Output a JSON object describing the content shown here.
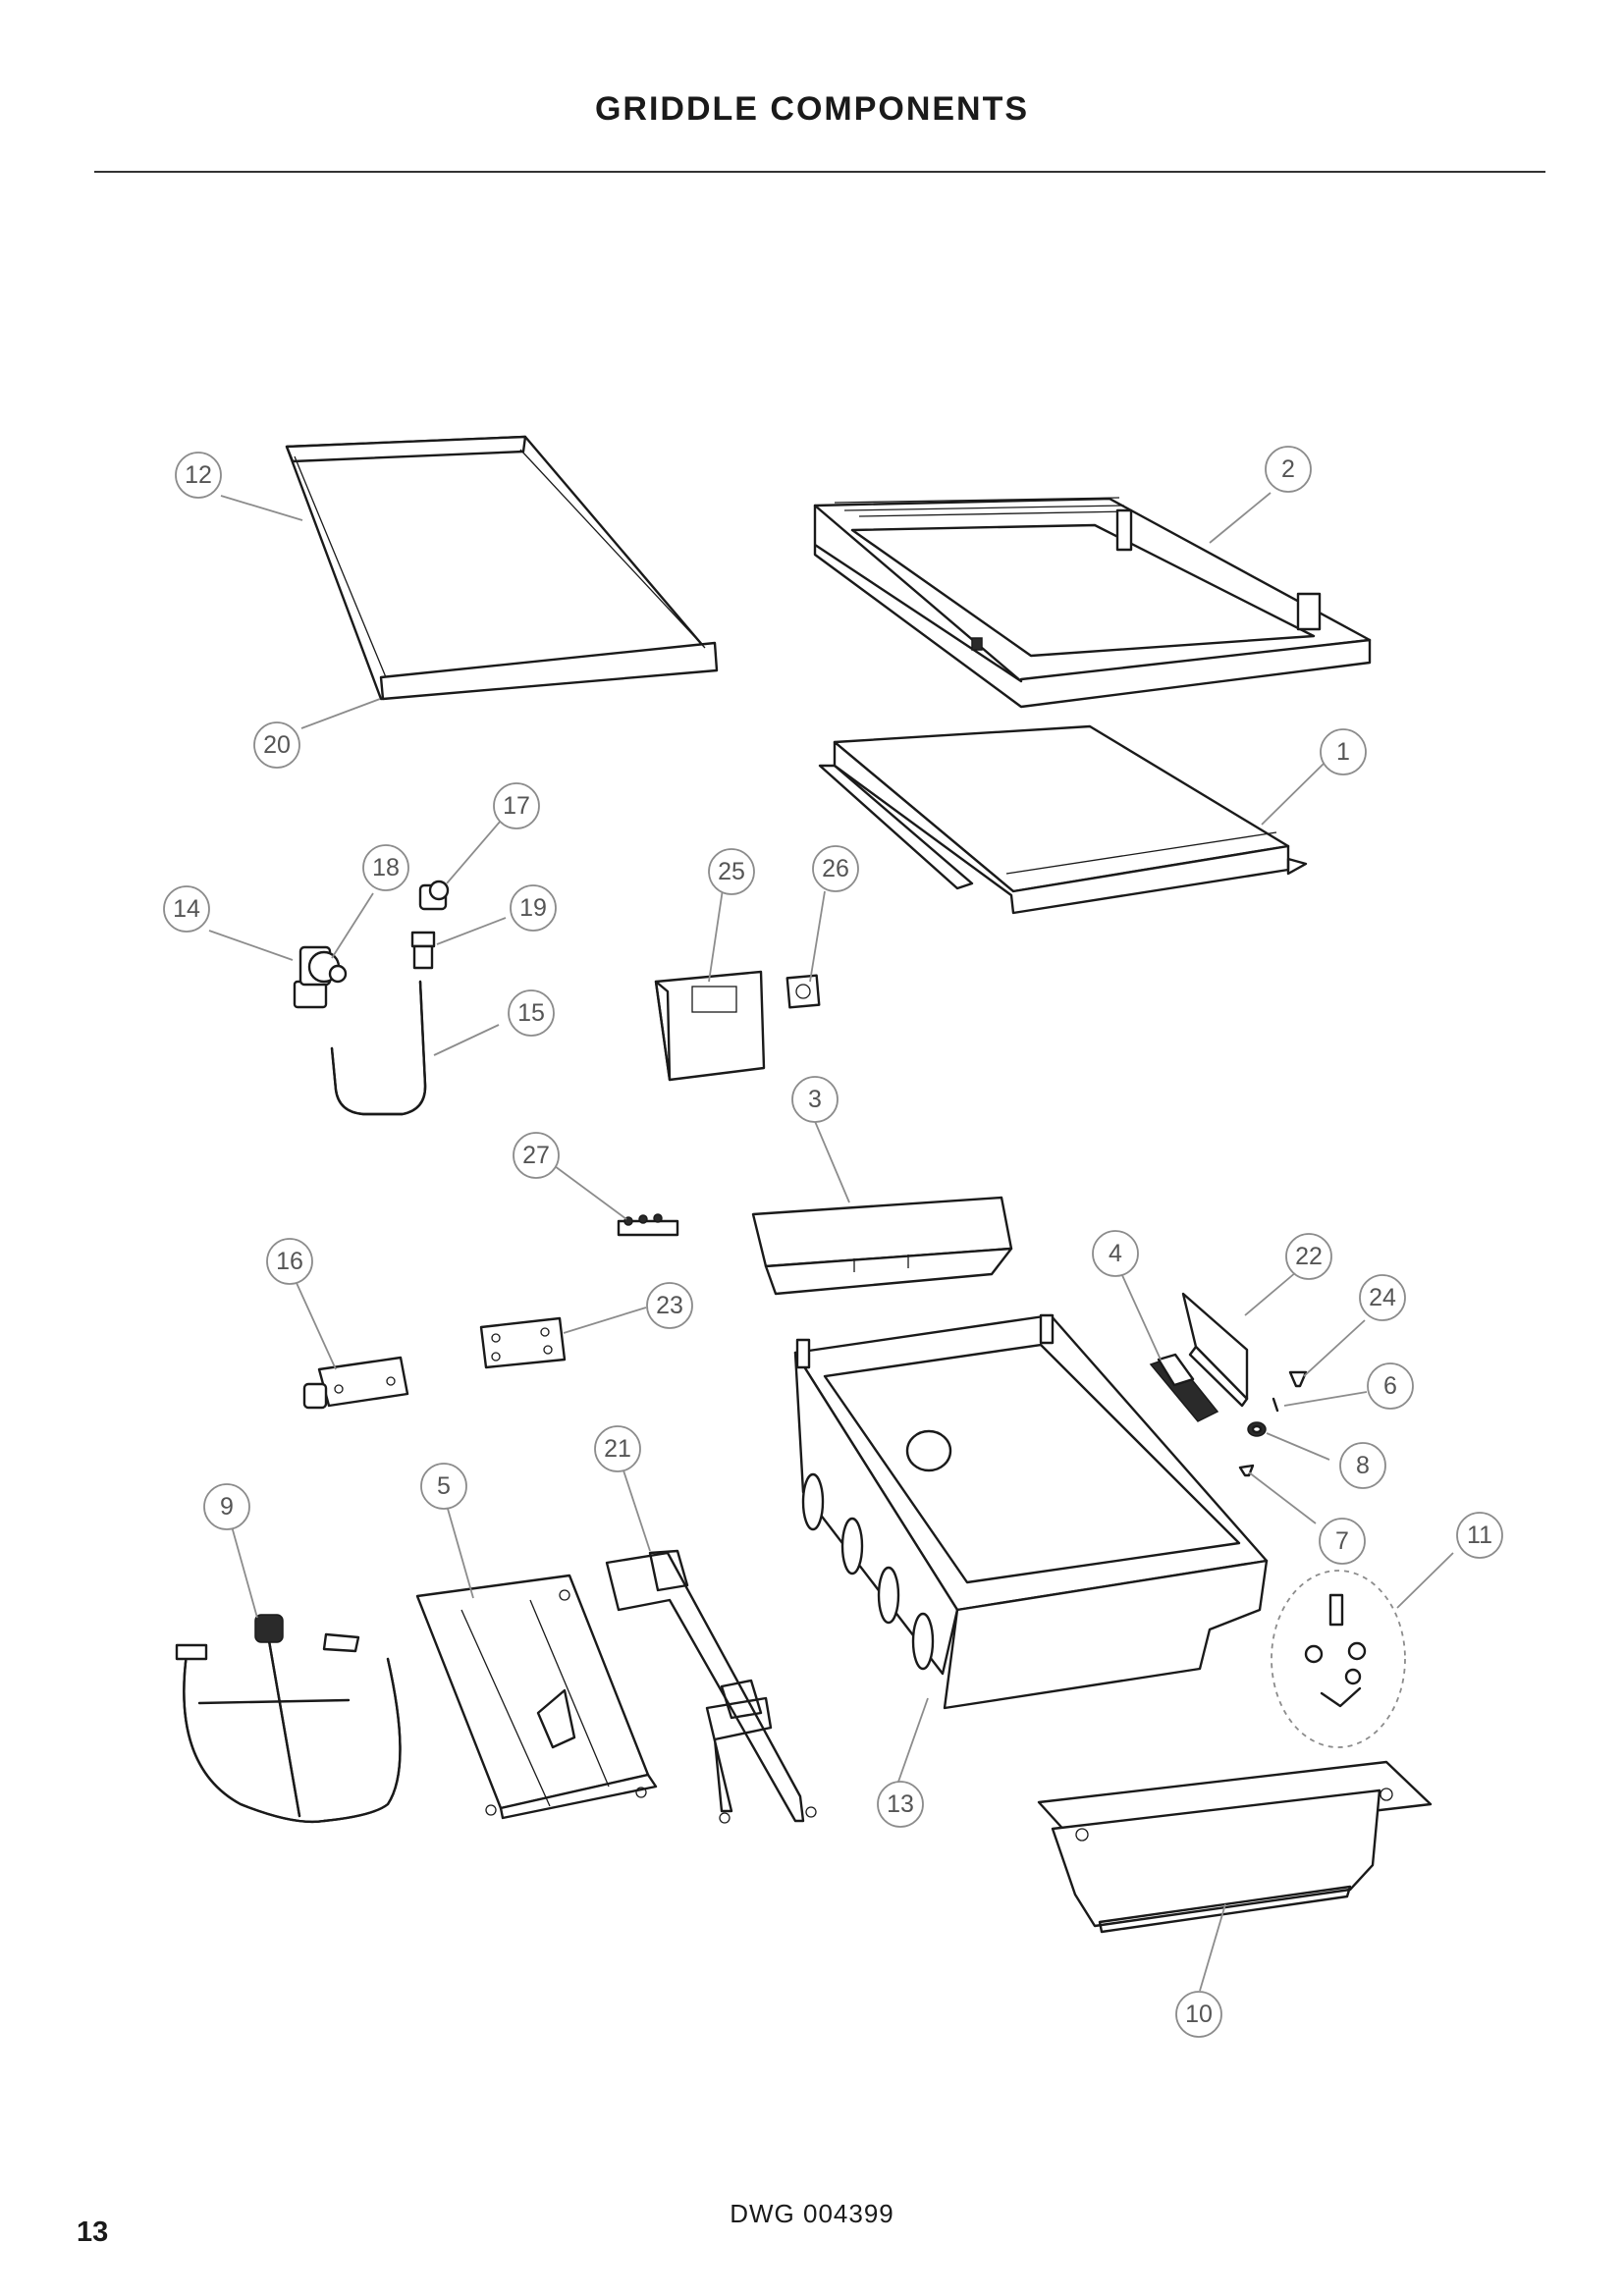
{
  "page": {
    "title": "GRIDDLE COMPONENTS",
    "drawing_number": "DWG 004399",
    "page_number": "13"
  },
  "callouts": [
    "1",
    "2",
    "3",
    "4",
    "5",
    "6",
    "7",
    "8",
    "9",
    "10",
    "11",
    "12",
    "13",
    "14",
    "15",
    "16",
    "17",
    "18",
    "19",
    "20",
    "21",
    "22",
    "23",
    "24",
    "25",
    "26",
    "27"
  ],
  "colors": {
    "line": "#1a1a1a",
    "callout": "#8c8c8c",
    "callout_text": "#555555"
  }
}
